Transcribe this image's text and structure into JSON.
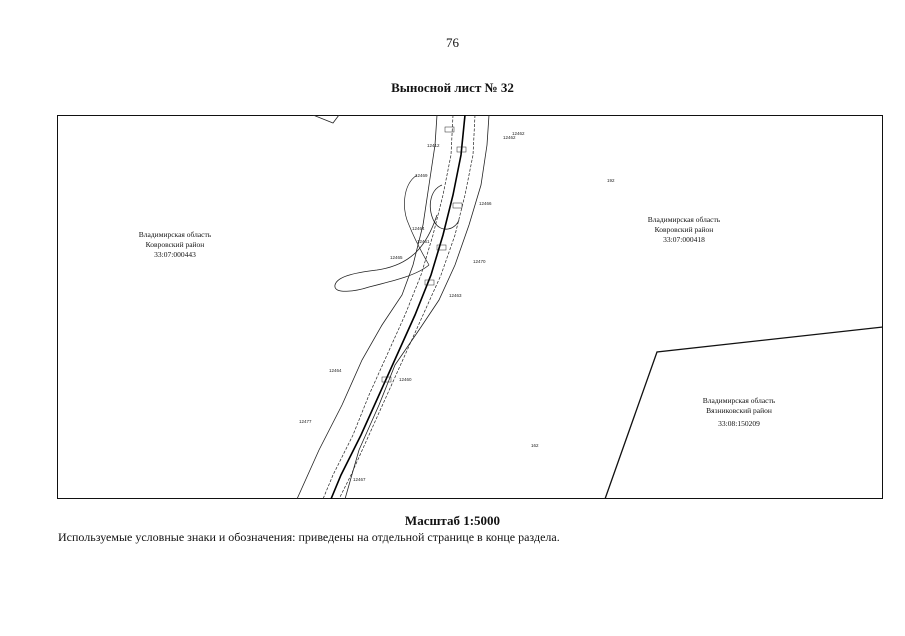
{
  "page_number": "76",
  "sheet_title": "Выносной лист № 32",
  "map": {
    "regions": [
      {
        "oblast": "Владимирская область",
        "district": "Ковровский район",
        "cadastral": "33:07:000443"
      },
      {
        "oblast": "Владимирская область",
        "district": "Ковровский район",
        "cadastral": "33:07:000418"
      },
      {
        "oblast": "Владимирская область",
        "district": "Вязниковский район",
        "cadastral": "33:08:150209"
      }
    ],
    "point_labels": [
      "12412",
      "12462",
      "12469",
      "12466",
      "12464",
      "12465",
      "12461",
      "12470",
      "12462",
      "12463",
      "12464",
      "12460",
      "12477",
      "12467",
      "192",
      "162"
    ]
  },
  "scale": "Масштаб 1:5000",
  "legend_note": "Используемые условные знаки и обозначения: приведены на отдельной странице в конце раздела."
}
